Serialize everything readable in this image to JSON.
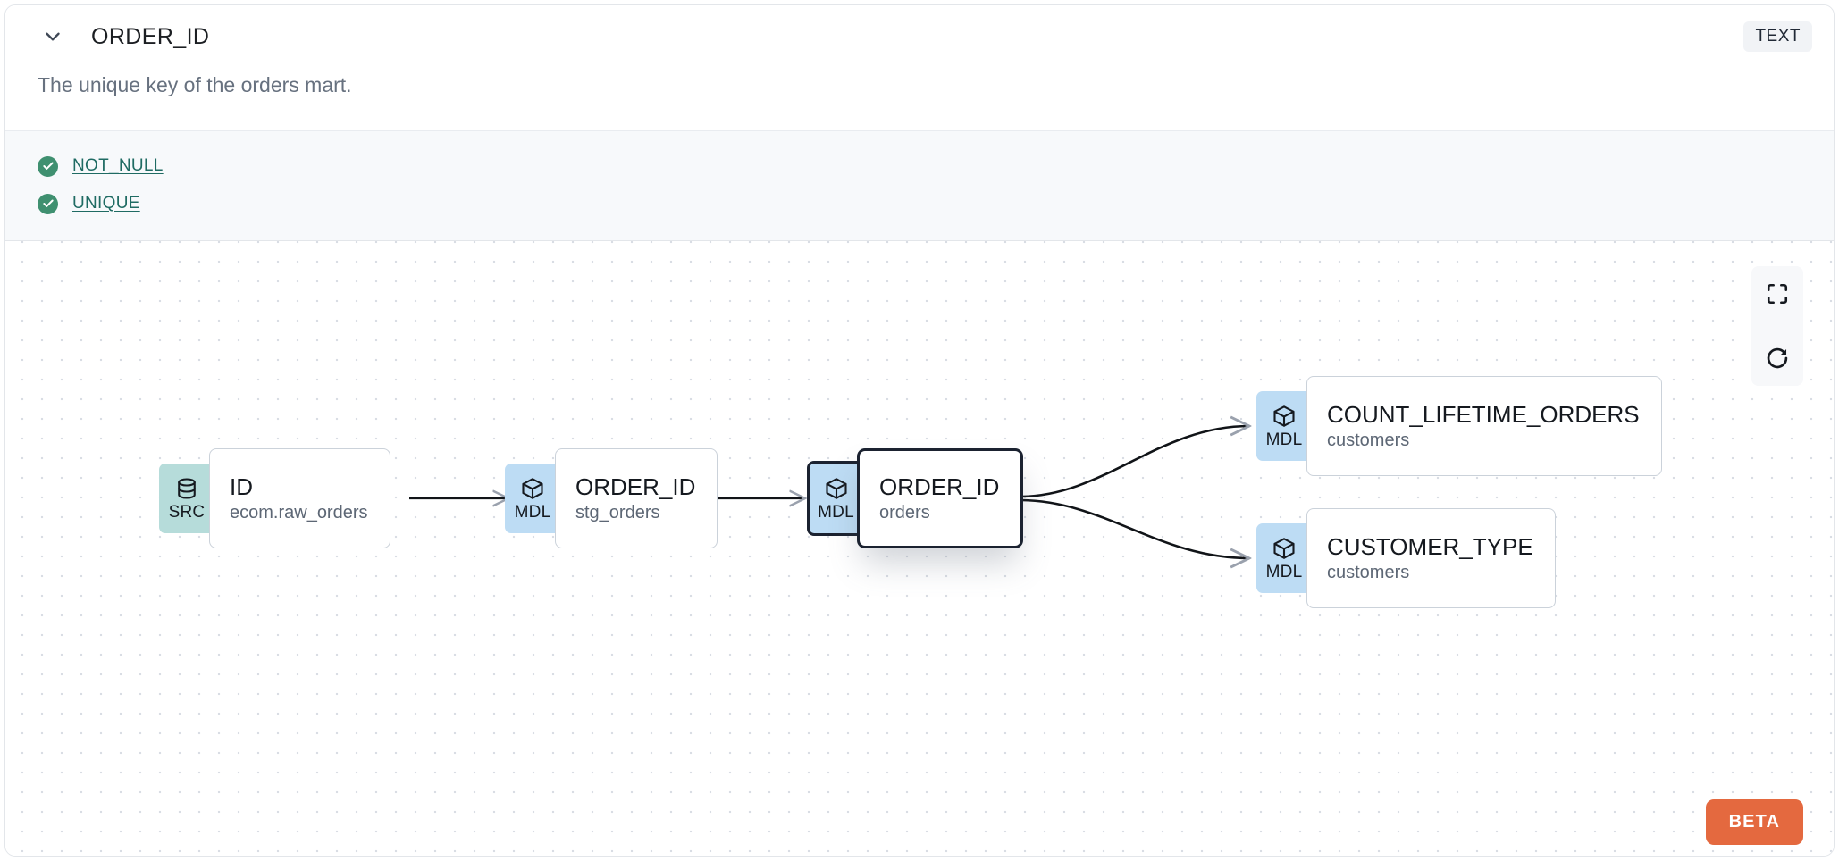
{
  "header": {
    "chevron_icon": "chevron-down-icon",
    "column_name": "ORDER_ID",
    "data_type": "TEXT",
    "description": "The unique key of the orders mart."
  },
  "tests": [
    {
      "name": "NOT_NULL",
      "status_icon": "check-circle-icon",
      "status": "passed"
    },
    {
      "name": "UNIQUE",
      "status_icon": "check-circle-icon",
      "status": "passed"
    }
  ],
  "lineage": {
    "nodes": [
      {
        "id": "src-id",
        "badge": "SRC",
        "badge_icon": "database-icon",
        "name": "ID",
        "sub": "ecom.raw_orders",
        "selected": false
      },
      {
        "id": "stg-order-id",
        "badge": "MDL",
        "badge_icon": "cube-icon",
        "name": "ORDER_ID",
        "sub": "stg_orders",
        "selected": false
      },
      {
        "id": "orders-order-id",
        "badge": "MDL",
        "badge_icon": "cube-icon",
        "name": "ORDER_ID",
        "sub": "orders",
        "selected": true
      },
      {
        "id": "count-lifetime-orders",
        "badge": "MDL",
        "badge_icon": "cube-icon",
        "name": "COUNT_LIFETIME_ORDERS",
        "sub": "customers",
        "selected": false
      },
      {
        "id": "customer-type",
        "badge": "MDL",
        "badge_icon": "cube-icon",
        "name": "CUSTOMER_TYPE",
        "sub": "customers",
        "selected": false
      }
    ],
    "edges": [
      {
        "from": "src-id",
        "to": "stg-order-id"
      },
      {
        "from": "stg-order-id",
        "to": "orders-order-id"
      },
      {
        "from": "orders-order-id",
        "to": "count-lifetime-orders"
      },
      {
        "from": "orders-order-id",
        "to": "customer-type"
      }
    ]
  },
  "controls": [
    {
      "id": "fit-view",
      "icon": "fullscreen-icon"
    },
    {
      "id": "reset",
      "icon": "refresh-icon"
    }
  ],
  "beta_badge": "BETA",
  "colors": {
    "src_badge": "#b6dcda",
    "mdl_badge": "#bddcf4",
    "test_pass": "#3f9070",
    "link": "#1f6b63",
    "beta": "#e4693f",
    "selected_border": "#1b2230"
  }
}
